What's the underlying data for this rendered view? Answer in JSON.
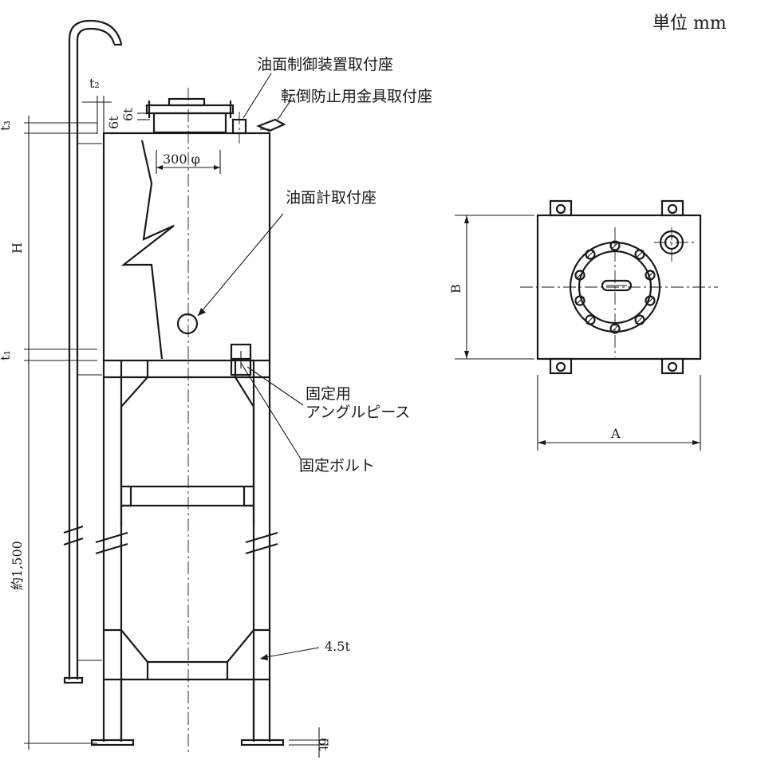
{
  "unit_label": "単位 mm",
  "labels": {
    "oil_control_mount": "油面制御装置取付座",
    "anti_tip_mount": "転倒防止用金具取付座",
    "gauge_mount": "油面計取付座",
    "angle_piece_line1": "固定用",
    "angle_piece_line2": "アングルピース",
    "fixing_bolt": "固定ボルト",
    "leg_thickness": "4.5t"
  },
  "dimensions": {
    "manhole_diameter": "300 φ",
    "flange_thickness": "6t",
    "top_pad": "6t",
    "t2": "t₂",
    "t3": "t₃",
    "height": "H",
    "t1": "t₁",
    "stand_height": "約1,500",
    "foot_pad": "6t",
    "width_a": "A",
    "depth_b": "B"
  }
}
